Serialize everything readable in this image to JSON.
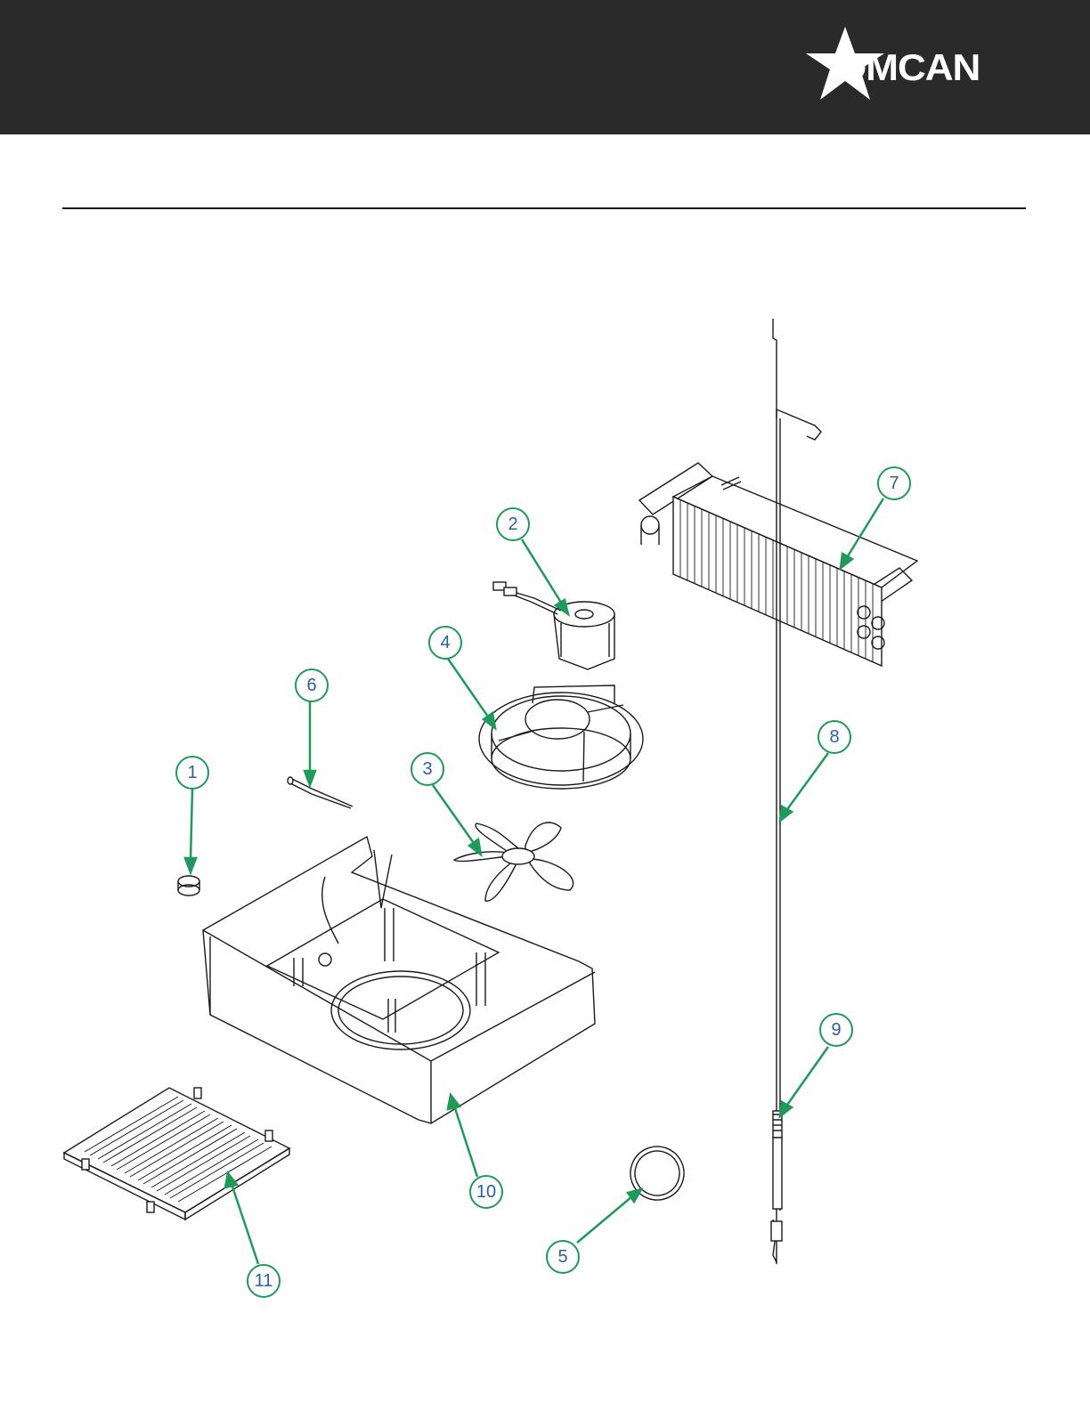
{
  "brand": {
    "name": "OMCAN",
    "header_color": "#2a2a2a"
  },
  "colors": {
    "callout_line": "#1f9a5a",
    "callout_number": "#2e5ca8",
    "drawing": "#1a1a1a"
  },
  "parts": [
    {
      "number": "1",
      "icon": "grommet-icon"
    },
    {
      "number": "2",
      "icon": "fan-motor-icon"
    },
    {
      "number": "3",
      "icon": "fan-blade-icon"
    },
    {
      "number": "4",
      "icon": "fan-bracket-icon"
    },
    {
      "number": "5",
      "icon": "seal-ring-icon"
    },
    {
      "number": "6",
      "icon": "temperature-probe-icon"
    },
    {
      "number": "7",
      "icon": "evaporator-coil-icon"
    },
    {
      "number": "8",
      "icon": "capillary-tube-icon"
    },
    {
      "number": "9",
      "icon": "heater-wire-icon"
    },
    {
      "number": "10",
      "icon": "evaporator-housing-icon"
    },
    {
      "number": "11",
      "icon": "cover-grille-icon"
    }
  ]
}
